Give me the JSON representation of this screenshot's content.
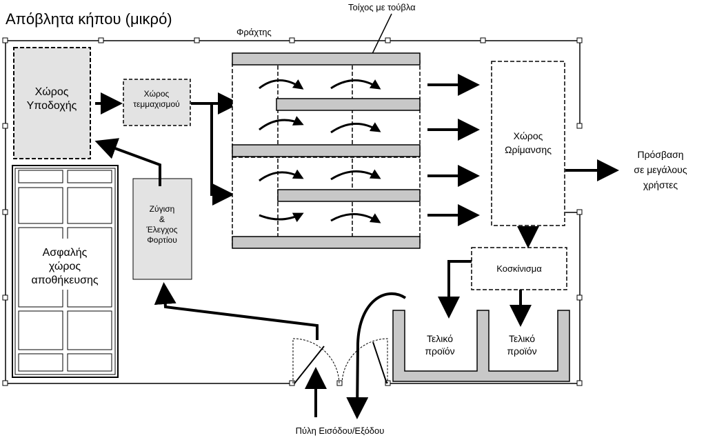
{
  "title": "Απόβλητα κήπου (μικρό)",
  "labels": {
    "fence": "Φράχτης",
    "brick_wall": "Τοίχος με τούβλα",
    "reception": [
      "Χώρος",
      "Υποδοχής"
    ],
    "shredding": [
      "Χώρος",
      "τεμμαχισμού"
    ],
    "weighing": [
      "Ζύγιση",
      "&",
      "Έλεγχος",
      "Φορτίου"
    ],
    "storage": [
      "Ασφαλής",
      "χώρος",
      "αποθήκευσης"
    ],
    "maturation": [
      "Χώρος",
      "Ωρίμανσης"
    ],
    "screening": "Κοσκίνισμα",
    "final_product": [
      "Τελικό",
      "προϊόν"
    ],
    "access": [
      "Πρόσβαση",
      "σε μεγάλους",
      "χρήστες"
    ],
    "gate": "Πύλη Εισόδου/Εξόδου"
  },
  "colors": {
    "area_fill": "#e3e3e3",
    "wall_fill": "#c8c8c8",
    "line": "#000000",
    "background": "#ffffff"
  }
}
